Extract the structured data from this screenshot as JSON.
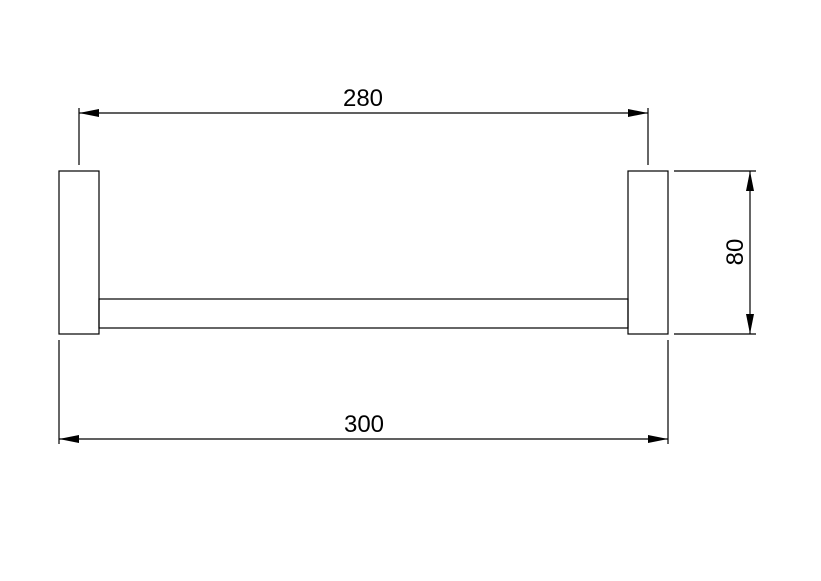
{
  "drawing": {
    "line_color": "#000000",
    "background": "#ffffff",
    "dimensions": {
      "inner_width": "280",
      "overall_width": "300",
      "height": "80"
    }
  }
}
